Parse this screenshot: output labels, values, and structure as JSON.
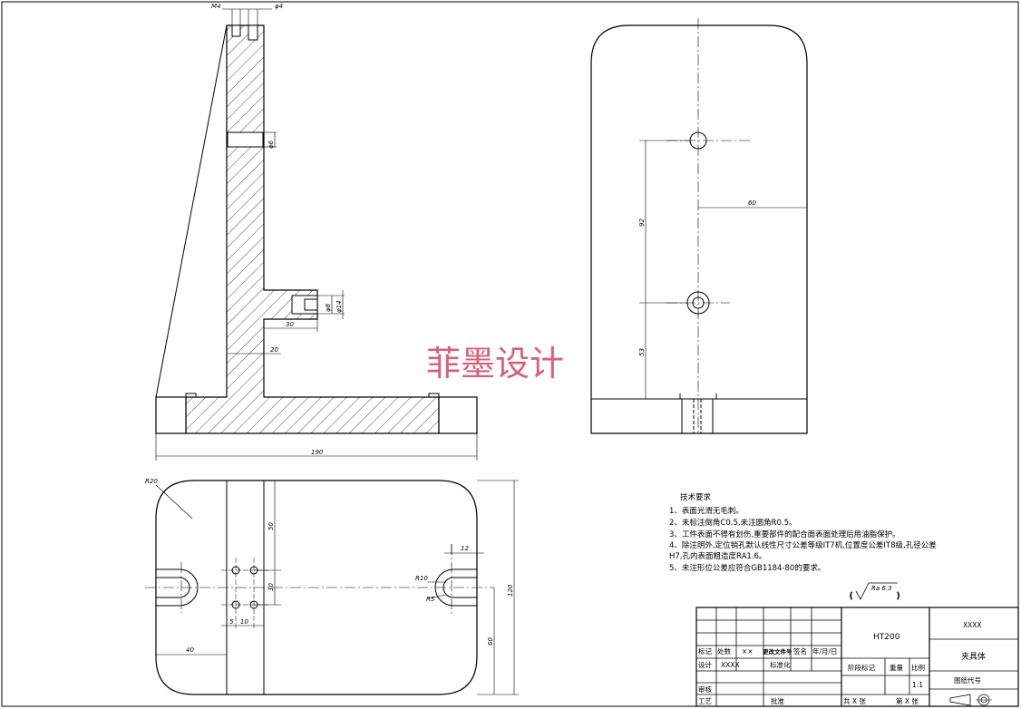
{
  "watermark": "菲墨设计",
  "dimensions": {
    "front_top_m4": "M4",
    "front_top_phi4": "φ4",
    "front_phi6": "φ6",
    "front_phi8": "φ8",
    "front_phi14": "φ14",
    "front_30": "30",
    "front_20": "20",
    "front_190": "190",
    "side_60": "60",
    "side_92": "92",
    "side_53": "53",
    "plan_r20": "R20",
    "plan_50": "50",
    "plan_30": "30",
    "plan_5": "5",
    "plan_10": "10",
    "plan_40": "40",
    "plan_12": "12",
    "plan_r10": "R10",
    "plan_r5": "R5",
    "plan_120": "120",
    "plan_60": "60"
  },
  "tech_requirements": {
    "title": "技术要求",
    "items": [
      "1、表面光滑无毛刺。",
      "2、未标注倒角C0.5,未注圆角R0.5。",
      "3、工件表面不得有划伤,重要部件的配合面表面处理后用油脂保护。",
      "4、除注明外,定位销孔默认线性尺寸公差等级IT7机,位置度公差IT8级,孔径公差",
      "H7,孔内表面粗造度RA1.6。",
      "5、未注形位公差应符合GB1184-80的要求。"
    ],
    "roughness": "Ra 6.3"
  },
  "title_block": {
    "material": "HT200",
    "company": "XXXX",
    "part_name": "夹具体",
    "drawing_no_label": "图纸代号",
    "scale": "1:1",
    "mark": "标记",
    "count": "处数",
    "zone": "××",
    "change_doc": "更改文件号",
    "sign": "签名",
    "date": "年/月/日",
    "design": "设计",
    "designer": "XXXX",
    "standardize": "标准化",
    "stage_mark": "阶段标记",
    "weight": "重量",
    "ratio": "比例",
    "review": "审核",
    "process": "工艺",
    "approve": "批准",
    "total_sheets": "共 X 张",
    "sheet_no": "第 X 张"
  }
}
